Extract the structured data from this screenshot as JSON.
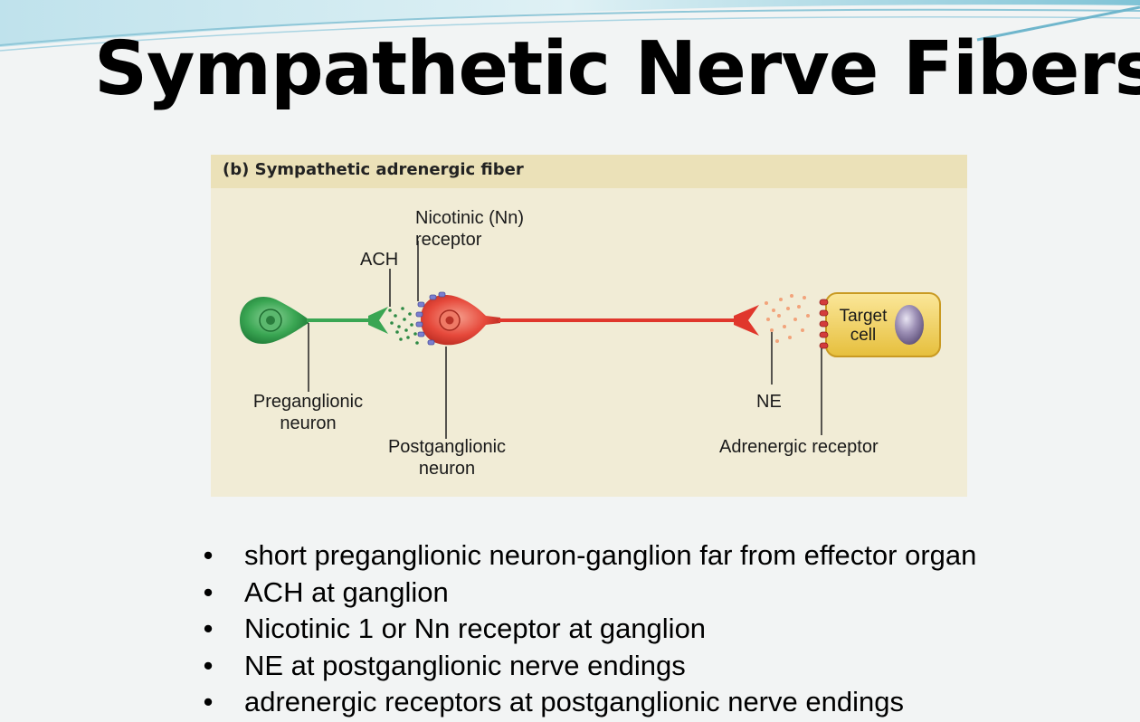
{
  "slide": {
    "title": "Sympathetic Nerve Fibers"
  },
  "figure": {
    "header": "(b) Sympathetic adrenergic fiber",
    "labels": {
      "nicotinic": "Nicotinic (Nn)",
      "receptor": "receptor",
      "ach": "ACH",
      "pre_line1": "Preganglionic",
      "pre_line2": "neuron",
      "post_line1": "Postganglionic",
      "post_line2": "neuron",
      "ne": "NE",
      "adrenergic": "Adrenergic receptor",
      "target_line1": "Target",
      "target_line2": "cell"
    },
    "colors": {
      "preganglionic": "#2e9a47",
      "postganglionic": "#e0372c",
      "target": "#f3d35c",
      "background": "#f1ecd6",
      "header": "#ebe1b8"
    }
  },
  "bullets": [
    "short preganglionic neuron-ganglion far from effector organ",
    "ACH at ganglion",
    "Nicotinic 1 or Nn receptor at ganglion",
    "NE at postganglionic nerve endings",
    "adrenergic receptors at postganglionic nerve endings"
  ],
  "bullet_symbol": "•"
}
